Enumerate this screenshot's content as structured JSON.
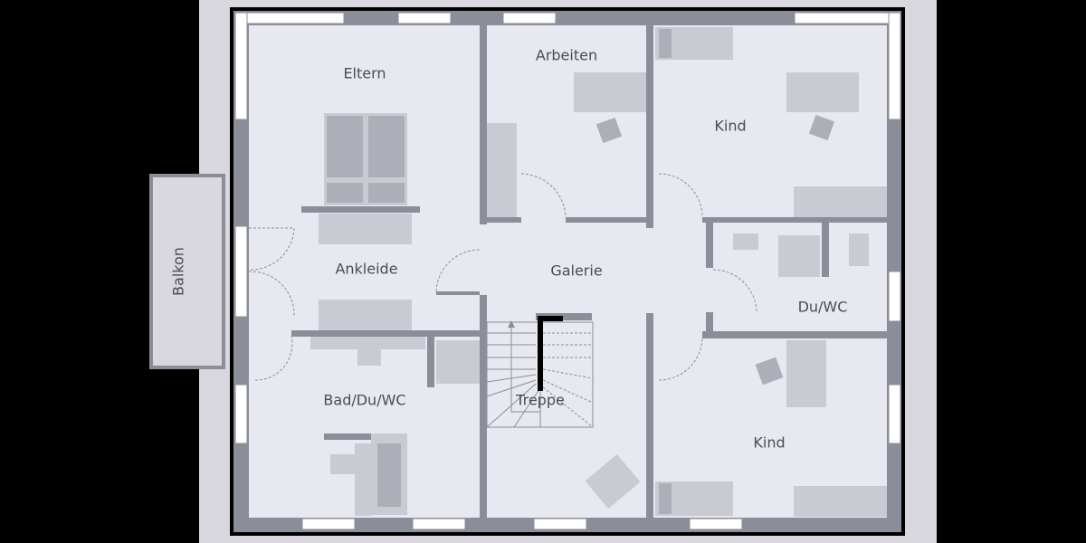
{
  "plan": {
    "rooms": {
      "eltern": "Eltern",
      "arbeiten": "Arbeiten",
      "kind_top": "Kind",
      "ankleide": "Ankleide",
      "galerie": "Galerie",
      "du_wc": "Du/WC",
      "bad": "Bad/Du/WC",
      "treppe": "Treppe",
      "kind_bottom": "Kind",
      "balkon": "Balkon"
    },
    "colors": {
      "background": "#000000",
      "paper": "#d8d8de",
      "floor": "#e8e8f0",
      "wall": "#8a8e99",
      "furniture": "#c9cad2"
    }
  }
}
